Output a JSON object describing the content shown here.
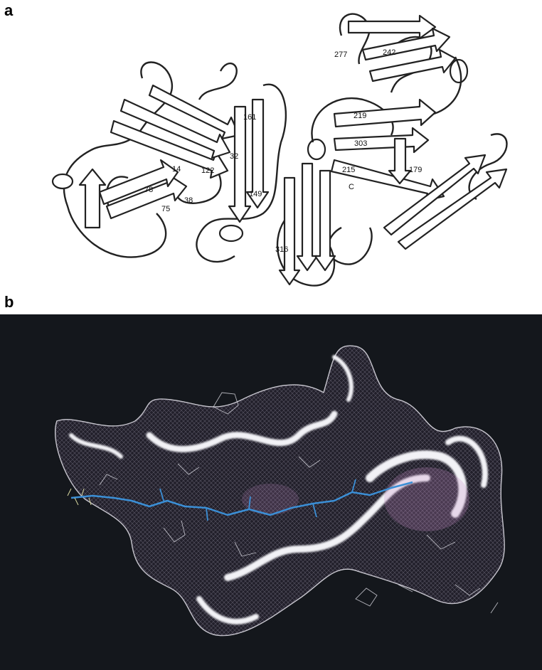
{
  "figure": {
    "panel_a_letter": "a",
    "panel_b_letter": "b"
  },
  "residue_labels": {
    "r277": "277",
    "r242": "242",
    "r161": "161",
    "r219": "219",
    "r303": "303",
    "r32": "32",
    "r14": "14",
    "r122": "122",
    "r215": "215",
    "r179": "179",
    "r78": "78",
    "r38": "38",
    "r75": "75",
    "r149": "149",
    "c_term": "C",
    "r316": "316"
  },
  "colors": {
    "panel_b_background": "#14171c",
    "surface_mesh": "#e8e8ee",
    "ligand_backbone": "#3b8fd6",
    "mesh_tint": "#c98bc9"
  }
}
